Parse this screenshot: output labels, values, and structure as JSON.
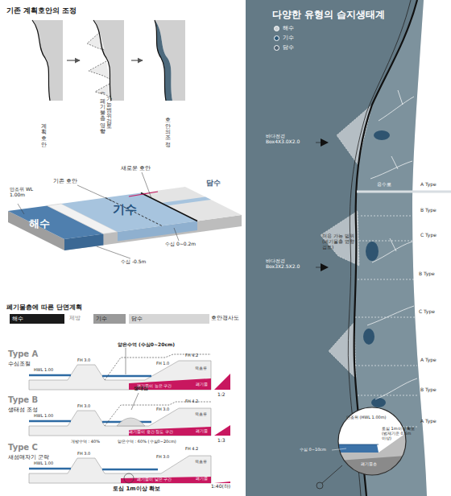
{
  "diagram": {
    "nodes": [
      {
        "text": [
          "계획 호안"
        ]
      },
      {
        "text": [
          "가능범위검토 (폐기물층 영향)"
        ]
      },
      {
        "text": [
          "호안의 조정"
        ]
      },
      {
        "text": [
          "해수"
        ]
      },
      {
        "text": [
          "기수"
        ]
      },
      {
        "text": [
          "담수"
        ]
      }
    ],
    "edges": [
      {
        "from": 0,
        "to": 1,
        "arrow": "to"
      },
      {
        "from": 1,
        "to": 2,
        "arrow": "to"
      }
    ],
    "labels": [
      "기존 계획호안의 조정",
      "새로운 호안",
      "기존 호안",
      "담수",
      "기수",
      "만조위 WL 1.00m",
      "해수",
      "수심 0~0.2m",
      "수심 -0.5m",
      "폐기물층에 따른 단면계획",
      "제방",
      "호안경사도",
      "Type A",
      "수심조절",
      "HWL 1.00",
      "FH 3.0",
      "얕은수역 (수심0~20cm)",
      "FH 4.2",
      "FH 1.0",
      "목초류",
      "폐기물이 높은 구간",
      "폐기물",
      "1:2",
      "Type B",
      "생태섬 조성",
      "HWL 1.00",
      "FH 3.0",
      "생태섬",
      "FH 4.2",
      "FH 3.0",
      "목초류",
      "폐기물이 중간 정도 구간",
      "폐기물",
      "1:3",
      "Type C",
      "새섬매자기 군락",
      "개방수역 : 40%",
      "얕은수역 : 60% (수심0~20cm)",
      "HWL 1.00",
      "FH 3.0",
      "FH 4.2",
      "FH 3.0",
      "목초류",
      "폐기물이 낮은 구간",
      "폐기물",
      "토심 1m이상 확보",
      "1:40(하)",
      "다양한 유형의 습지생태계",
      "바다전경 Box4X3.0X2.0",
      "용수로",
      "A Type",
      "B Type",
      "C Type",
      "허용 가능 범위 (폐기물층 영향 검토)",
      "B Type",
      "C Type",
      "바다전경 Box3X2.5X2.0",
      "A Type",
      "B Type",
      "A Type",
      "만조위 (HWL 1.00m)",
      "수심 0~10cm",
      "토심 1m이상 확보 (법제기준 0.6m 이상)",
      "폐기물층"
    ],
    "legend": [
      {
        "text": "해수",
        "color": "#c9cfd3"
      },
      {
        "text": "기수",
        "color": "#2c5877"
      },
      {
        "text": "담수",
        "color": "#4f6272"
      }
    ]
  }
}
